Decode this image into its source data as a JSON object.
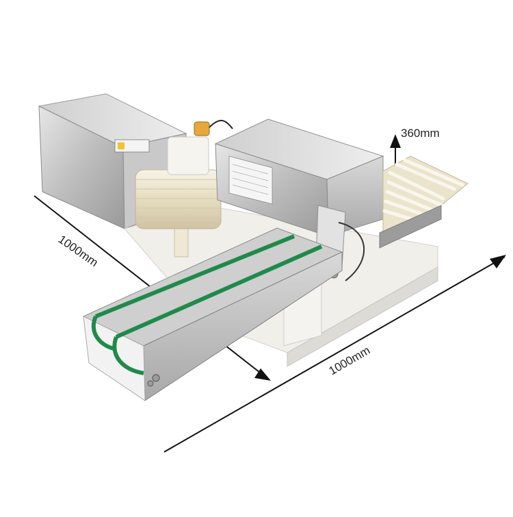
{
  "dimensions": {
    "height_label": "360mm",
    "depth_label": "1000mm",
    "length_label": "1000mm"
  },
  "colors": {
    "steel_light": "#dcdcdc",
    "steel_mid": "#b9b9b9",
    "steel_dark": "#8f8f8f",
    "plastic_white": "#f3f1ec",
    "roller_cream": "#ede6cf",
    "belt_green": "#1f8a4a",
    "arrow": "#111111"
  },
  "icons": {
    "dimension_arrow": "arrow-icon",
    "sensor": "sensor-icon"
  }
}
